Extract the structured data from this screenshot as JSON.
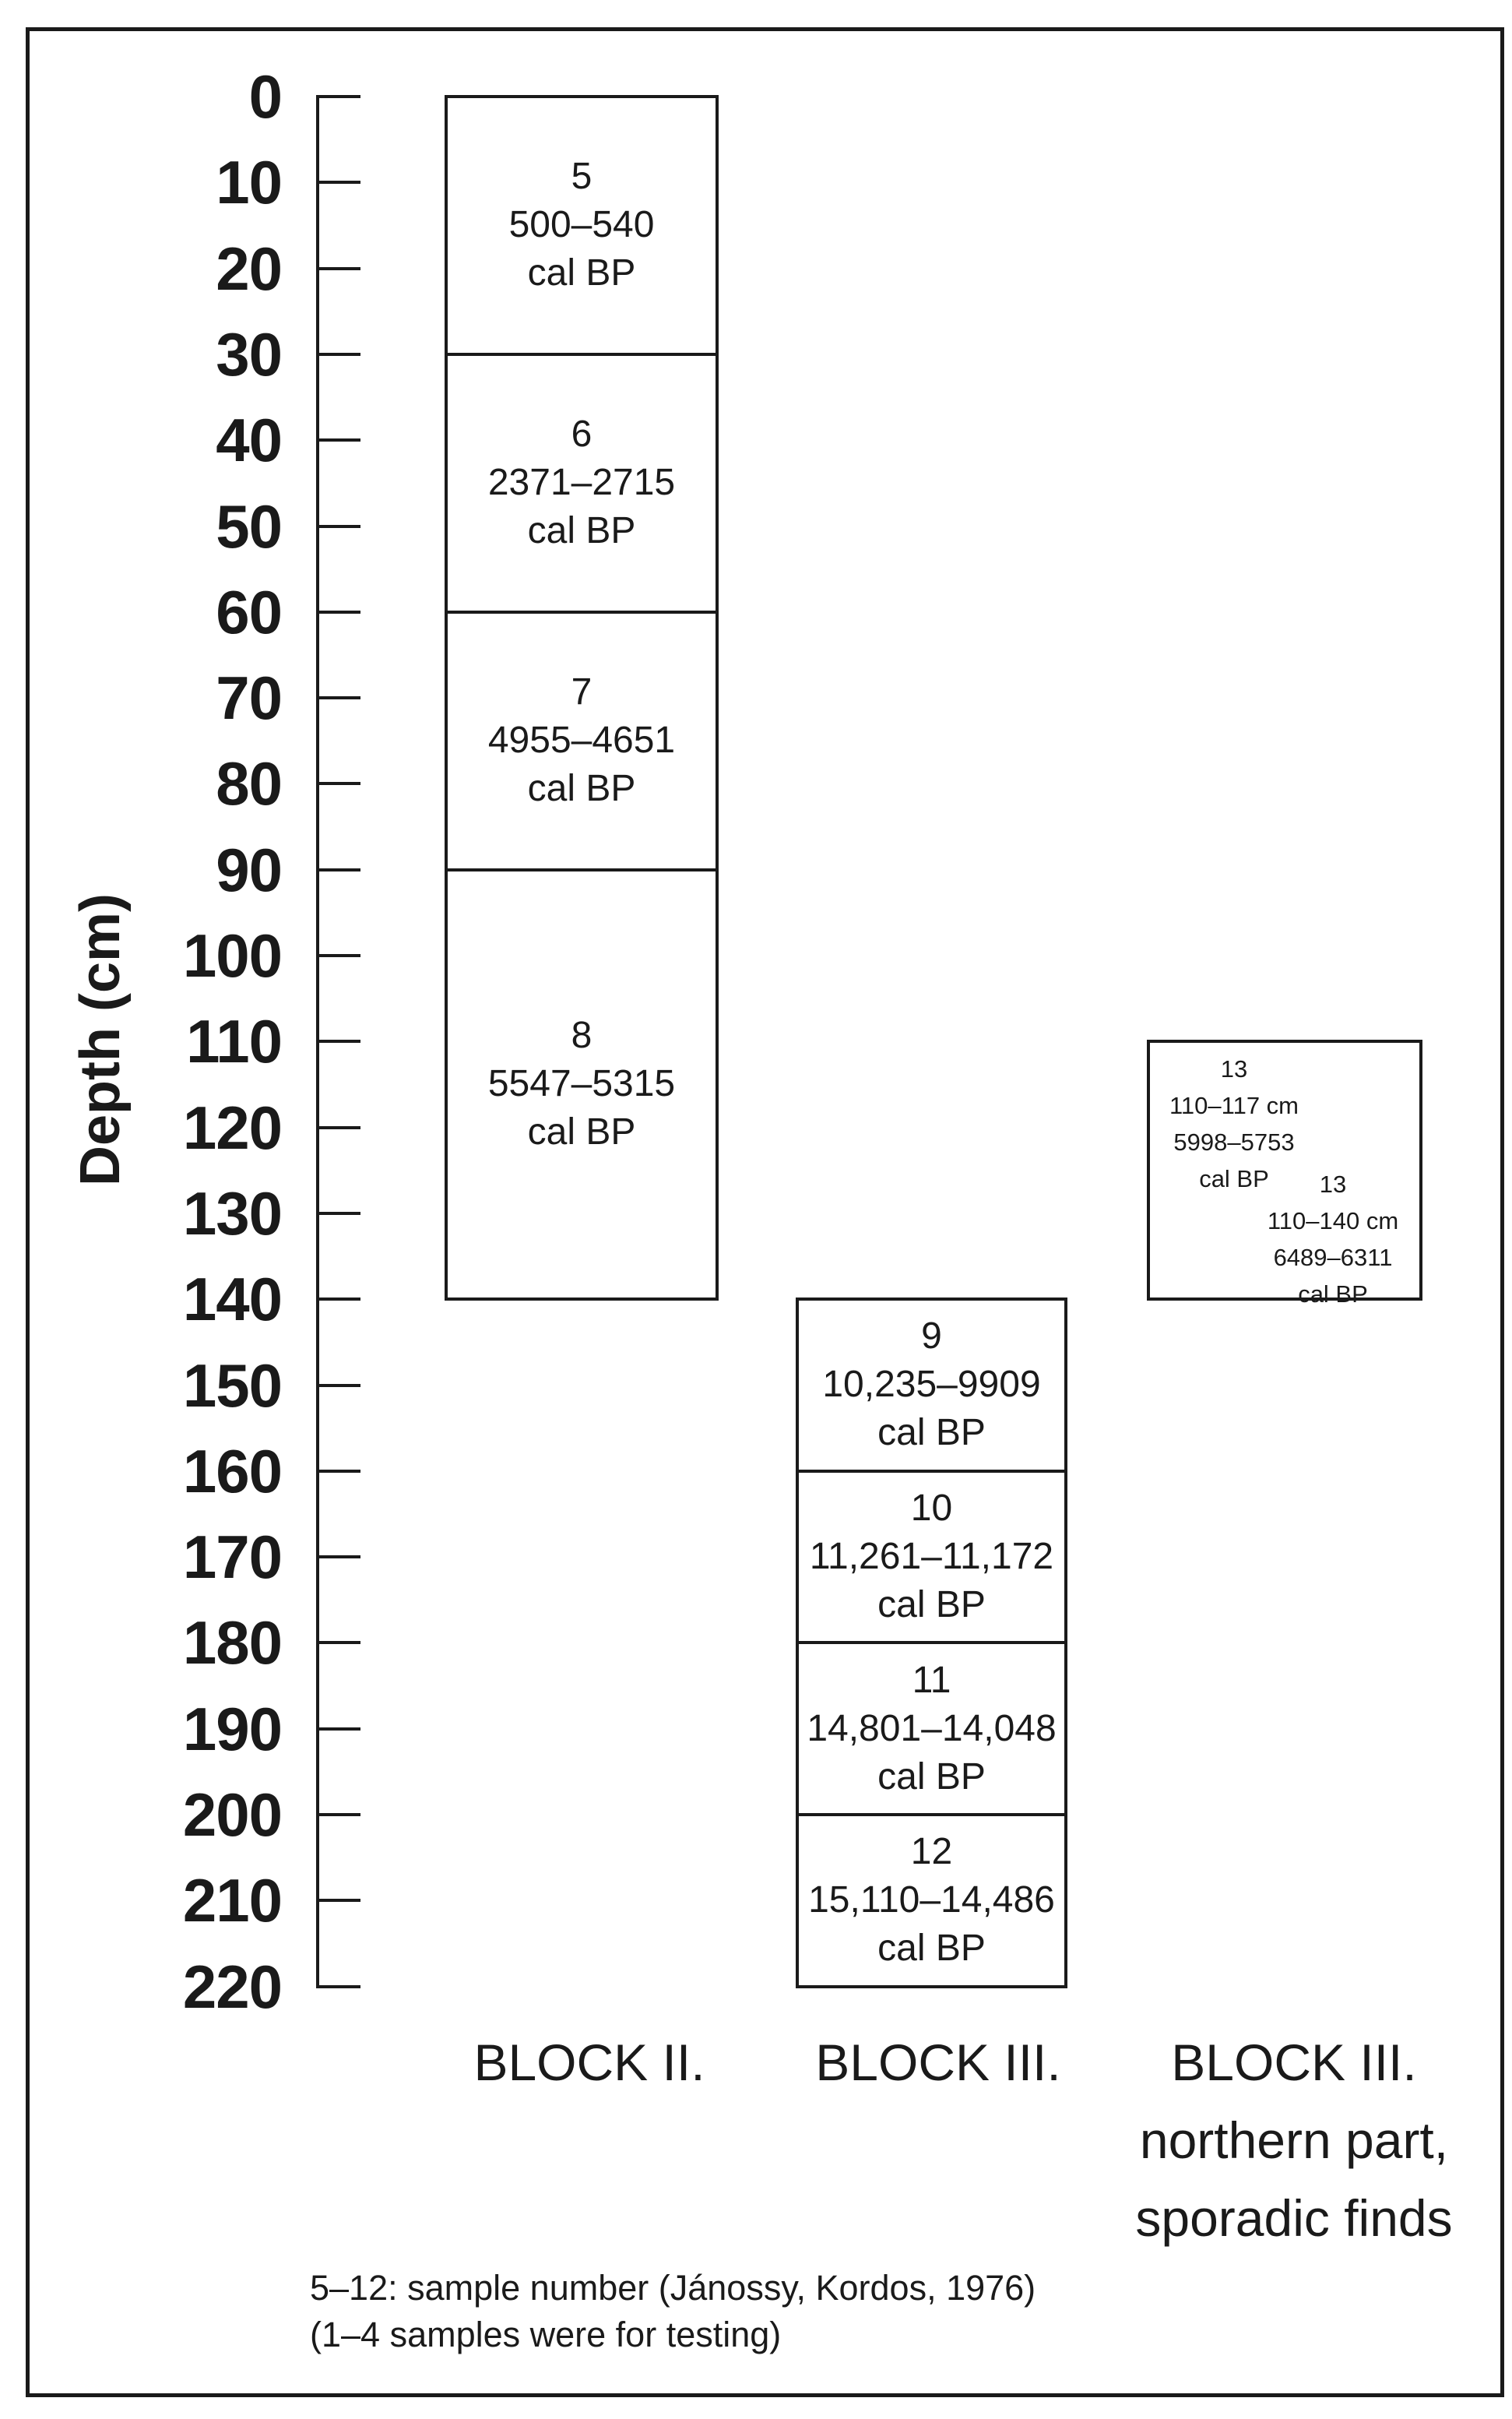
{
  "figure": {
    "axis": {
      "label": "Depth (cm)",
      "unit": "cm",
      "min": 0,
      "max": 220,
      "tick_step": 10,
      "ticks": [
        0,
        10,
        20,
        30,
        40,
        50,
        60,
        70,
        80,
        90,
        100,
        110,
        120,
        130,
        140,
        150,
        160,
        170,
        180,
        190,
        200,
        210,
        220
      ]
    },
    "caption_lines": [
      "5–12: sample number (Jánossy, Kordos, 1976)",
      "(1–4 samples were for testing)"
    ]
  },
  "chart_data": {
    "type": "bar",
    "variant": "stratigraphic depth-interval boxes of dated samples",
    "title": "",
    "xlabel": "",
    "ylabel": "Depth (cm)",
    "ylim": [
      0,
      220
    ],
    "y_axis_inverted_depth": true,
    "grid": false,
    "colors": {
      "ink": "#1a1a1a",
      "background": "#ffffff"
    },
    "columns": [
      {
        "label_lines": [
          "BLOCK II."
        ],
        "samples": [
          {
            "sample": "5",
            "age_range": "500–540",
            "age_unit": "cal BP",
            "depth_top_cm": 0,
            "depth_bottom_cm": 30
          },
          {
            "sample": "6",
            "age_range": "2371–2715",
            "age_unit": "cal BP",
            "depth_top_cm": 30,
            "depth_bottom_cm": 60
          },
          {
            "sample": "7",
            "age_range": "4955–4651",
            "age_unit": "cal BP",
            "depth_top_cm": 60,
            "depth_bottom_cm": 90
          },
          {
            "sample": "8",
            "age_range": "5547–5315",
            "age_unit": "cal BP",
            "depth_top_cm": 90,
            "depth_bottom_cm": 140
          }
        ]
      },
      {
        "label_lines": [
          "BLOCK III."
        ],
        "samples": [
          {
            "sample": "9",
            "age_range": "10,235–9909",
            "age_unit": "cal BP",
            "depth_top_cm": 140,
            "depth_bottom_cm": 160
          },
          {
            "sample": "10",
            "age_range": "11,261–11,172",
            "age_unit": "cal BP",
            "depth_top_cm": 160,
            "depth_bottom_cm": 180
          },
          {
            "sample": "11",
            "age_range": "14,801–14,048",
            "age_unit": "cal BP",
            "depth_top_cm": 180,
            "depth_bottom_cm": 200
          },
          {
            "sample": "12",
            "age_range": "15,110–14,486",
            "age_unit": "cal BP",
            "depth_top_cm": 200,
            "depth_bottom_cm": 220
          }
        ]
      },
      {
        "label_lines": [
          "BLOCK III.",
          "northern part,",
          "sporadic finds"
        ],
        "samples": [
          {
            "sample": "13",
            "depth_range_label": "110–117 cm",
            "age_range": "5998–5753",
            "age_unit": "cal BP",
            "depth_top_cm": 110,
            "depth_bottom_cm": 117
          },
          {
            "sample": "13",
            "depth_range_label": "110–140 cm",
            "age_range": "6489–6311",
            "age_unit": "cal BP",
            "depth_top_cm": 110,
            "depth_bottom_cm": 140
          }
        ]
      }
    ]
  }
}
